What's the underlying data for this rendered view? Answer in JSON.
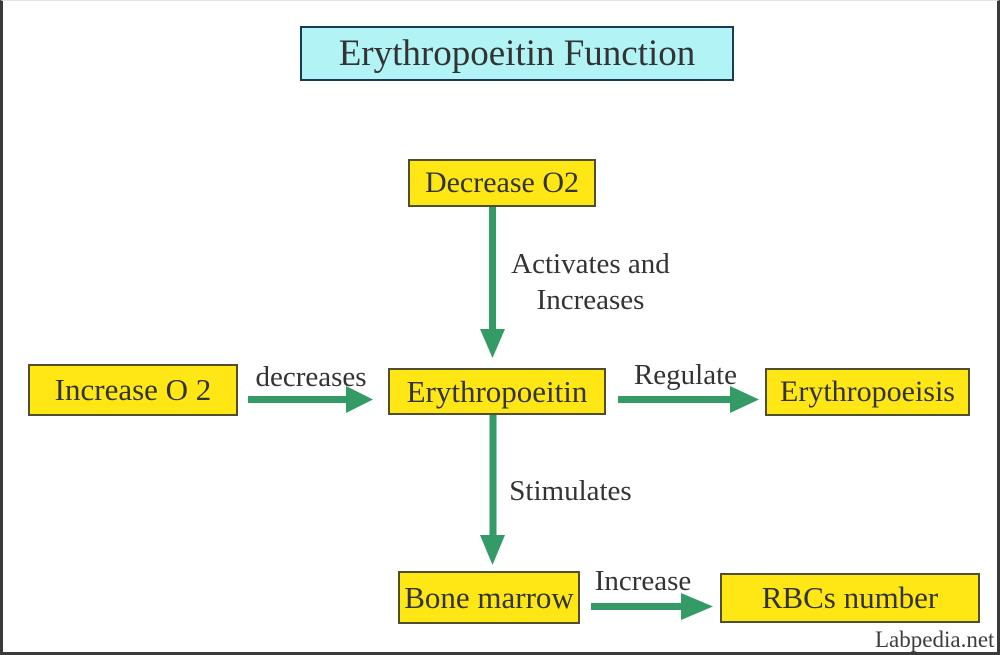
{
  "title": "Erythropoeitin Function",
  "watermark": "Labpedia.net",
  "colors": {
    "node_fill": "#ffe715",
    "node_border": "#4f4f2e",
    "node_text": "#333333",
    "title_fill": "#b2f3f5",
    "title_border": "#173b54",
    "arrow_green": "#349a66",
    "label_text": "#333333",
    "frame_border": "#3a3a3a",
    "background": "#ffffff"
  },
  "nodes": {
    "decrease_o2": {
      "label": "Decrease O2"
    },
    "increase_o2": {
      "label": "Increase O 2"
    },
    "erythropoeitin": {
      "label": "Erythropoeitin"
    },
    "erythropoeisis": {
      "label": "Erythropoeisis"
    },
    "bone_marrow": {
      "label": "Bone marrow"
    },
    "rbcs_number": {
      "label": "RBCs number"
    }
  },
  "edge_labels": {
    "activates_line1": "Activates and",
    "activates_line2": "Increases",
    "decreases": "decreases",
    "regulate": "Regulate",
    "stimulates": "Stimulates",
    "increase": "Increase"
  }
}
